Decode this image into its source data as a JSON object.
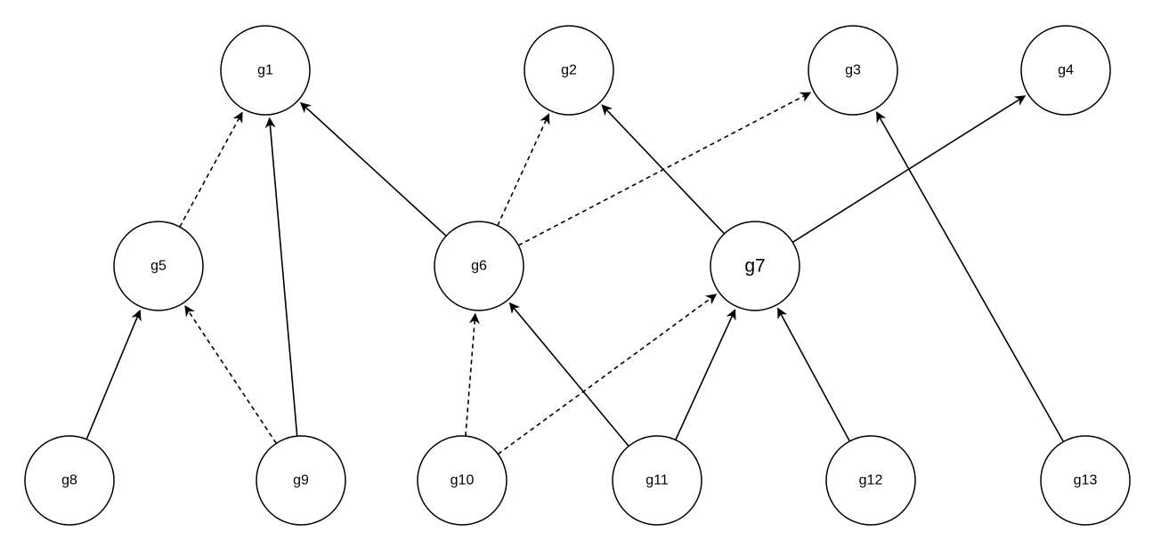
{
  "nodes": [
    {
      "id": "g1",
      "label": "g1"
    },
    {
      "id": "g2",
      "label": "g2"
    },
    {
      "id": "g3",
      "label": "g3"
    },
    {
      "id": "g4",
      "label": "g4"
    },
    {
      "id": "g5",
      "label": "g5"
    },
    {
      "id": "g6",
      "label": "g6"
    },
    {
      "id": "g7",
      "label": "g7"
    },
    {
      "id": "g8",
      "label": "g8"
    },
    {
      "id": "g9",
      "label": "g9"
    },
    {
      "id": "g10",
      "label": "g10"
    },
    {
      "id": "g11",
      "label": "g11"
    },
    {
      "id": "g12",
      "label": "g12"
    },
    {
      "id": "g13",
      "label": "g13"
    }
  ],
  "edges": [
    {
      "from": "g5",
      "to": "g1",
      "style": "dashed"
    },
    {
      "from": "g9",
      "to": "g1",
      "style": "solid"
    },
    {
      "from": "g6",
      "to": "g1",
      "style": "solid"
    },
    {
      "from": "g6",
      "to": "g2",
      "style": "dashed"
    },
    {
      "from": "g6",
      "to": "g3",
      "style": "dashed"
    },
    {
      "from": "g7",
      "to": "g2",
      "style": "solid"
    },
    {
      "from": "g7",
      "to": "g4",
      "style": "solid"
    },
    {
      "from": "g13",
      "to": "g3",
      "style": "solid"
    },
    {
      "from": "g8",
      "to": "g5",
      "style": "solid"
    },
    {
      "from": "g9",
      "to": "g5",
      "style": "dashed"
    },
    {
      "from": "g10",
      "to": "g6",
      "style": "dashed"
    },
    {
      "from": "g11",
      "to": "g6",
      "style": "solid"
    },
    {
      "from": "g10",
      "to": "g7",
      "style": "dashed"
    },
    {
      "from": "g11",
      "to": "g7",
      "style": "solid"
    },
    {
      "from": "g12",
      "to": "g7",
      "style": "solid"
    }
  ],
  "colors": {
    "stroke": "#000000",
    "fill": "#ffffff",
    "background": "#ffffff"
  }
}
